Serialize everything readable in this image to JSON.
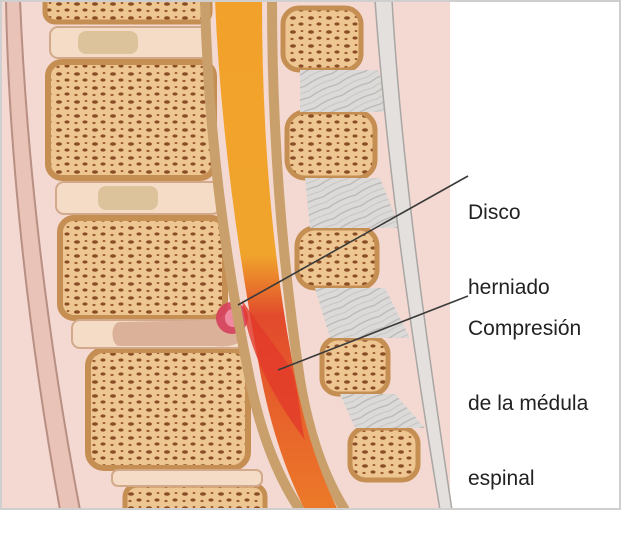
{
  "labels": {
    "disc_line1": "Disco",
    "disc_line2": "herniado",
    "comp_line1": "Compresión",
    "comp_line2": "de la médula",
    "comp_line3": "espinal"
  },
  "colors": {
    "background": "#f3d9d2",
    "bone_shell": "#c58e52",
    "bone_fill": "#eec692",
    "disc": "#e8c79e",
    "spinal_cord": "#f0a42c",
    "compression": "#e24a2c",
    "herniation": "#d6405c",
    "ligament": "#d7d5d3",
    "label_text": "#222222"
  }
}
